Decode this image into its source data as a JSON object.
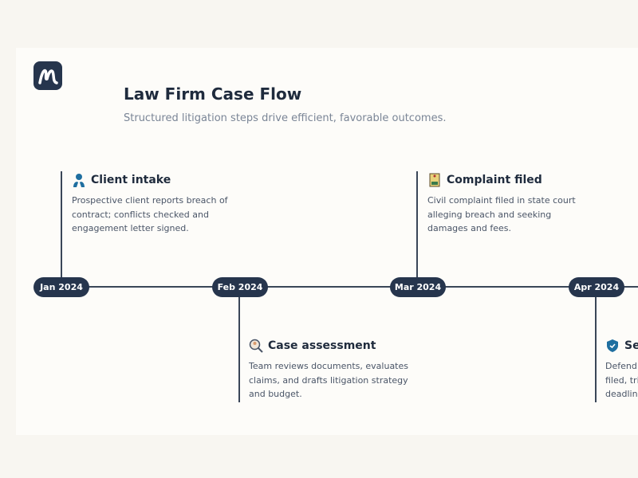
{
  "header": {
    "title": "Law Firm Case Flow",
    "subtitle": "Structured litigation steps drive efficient, favorable outcomes."
  },
  "events": [
    {
      "date": "Jan 2024",
      "title": "Client intake",
      "icon": "person-icon",
      "lines": [
        "Prospective client reports breach of",
        "contract; conflicts checked and",
        "engagement letter signed."
      ]
    },
    {
      "date": "Feb 2024",
      "title": "Case assessment",
      "icon": "magnifier-icon",
      "lines": [
        "Team reviews documents, evaluates",
        "claims, and drafts litigation strategy",
        "and budget."
      ]
    },
    {
      "date": "Mar 2024",
      "title": "Complaint filed",
      "icon": "scroll-icon",
      "lines": [
        "Civil complaint filed in state court",
        "alleging breach and seeking",
        "damages and fees."
      ]
    },
    {
      "date": "Apr 2024",
      "title": "Se",
      "icon": "shield-check-icon",
      "lines": [
        "Defend",
        "filed, tri",
        "deadlin"
      ]
    }
  ],
  "colors": {
    "accent": "#26354d",
    "icon_blue": "#1f6fa0"
  }
}
